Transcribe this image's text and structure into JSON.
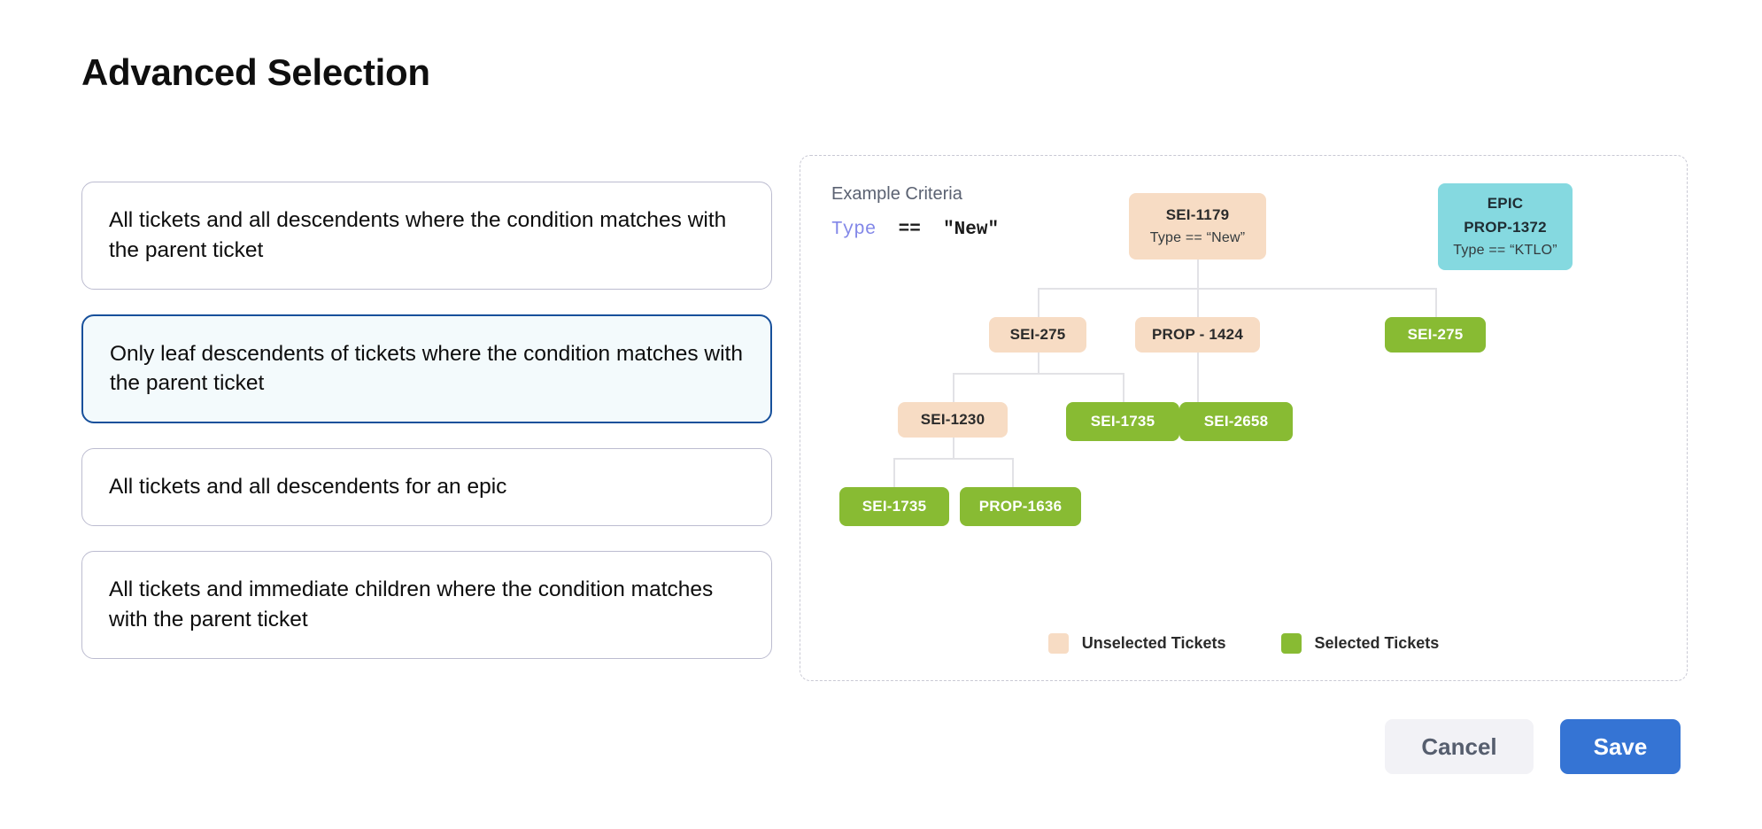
{
  "page_title": "Advanced Selection",
  "options": [
    {
      "label": "All tickets and all descendents where the condition matches with the parent ticket",
      "selected": false
    },
    {
      "label": "Only leaf descendents of tickets where the condition matches with the parent ticket",
      "selected": true
    },
    {
      "label": "All tickets and all descendents for an epic",
      "selected": false
    },
    {
      "label": "All tickets and immediate children where the condition matches with the parent ticket",
      "selected": false
    }
  ],
  "diagram": {
    "criteria_label": "Example Criteria",
    "criteria_key": "Type",
    "criteria_operator": "==",
    "criteria_value": "\"New\"",
    "nodes": {
      "root": {
        "title": "SEI-1179",
        "sub": "Type == “New”",
        "state": "unselected"
      },
      "epic": {
        "title": "EPIC",
        "mid": "PROP-1372",
        "sub": "Type == “KTLO”",
        "state": "epic"
      },
      "r2c1": {
        "title": "SEI-275",
        "state": "unselected"
      },
      "r2c2": {
        "title": "PROP - 1424",
        "state": "unselected"
      },
      "r2c3": {
        "title": "SEI-275",
        "state": "selected"
      },
      "r3c1": {
        "title": "SEI-1230",
        "state": "unselected"
      },
      "r3c2": {
        "title": "SEI-1735",
        "state": "selected"
      },
      "r3c3": {
        "title": "SEI-2658",
        "state": "selected"
      },
      "r4c1": {
        "title": "SEI-1735",
        "state": "selected"
      },
      "r4c2": {
        "title": "PROP-1636",
        "state": "selected"
      }
    },
    "legend": [
      {
        "label": "Unselected Tickets",
        "color": "#f7dcc4"
      },
      {
        "label": "Selected Tickets",
        "color": "#88bb33"
      }
    ]
  },
  "footer": {
    "cancel_label": "Cancel",
    "save_label": "Save"
  },
  "colors": {
    "unselected": "#f7dcc4",
    "selected": "#88bb33",
    "epic": "#85d9e0",
    "accent_blue": "#3574d4",
    "selected_card_border": "#17509b",
    "selected_card_bg": "#f3fafc"
  }
}
